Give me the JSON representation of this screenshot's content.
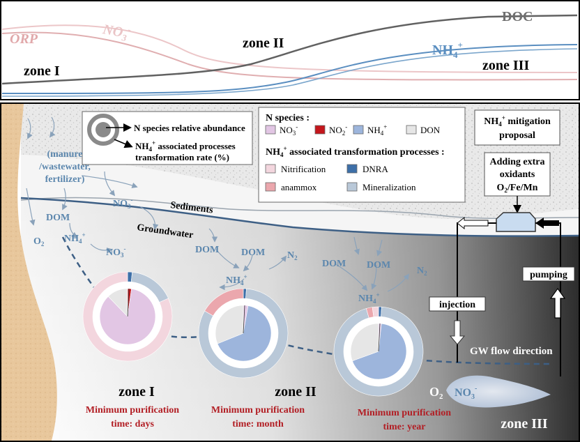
{
  "top_panel": {
    "curves": [
      {
        "name": "ORP",
        "label": "ORP",
        "color": "#d99a9c"
      },
      {
        "name": "NO3",
        "label": "NO",
        "sub": "3",
        "sup": "-",
        "color": "#e6b8ba"
      },
      {
        "name": "NH4",
        "label": "NH",
        "sub": "4",
        "sup": "+",
        "color": "#5b8db3"
      },
      {
        "name": "DOC",
        "label": "DOC",
        "color": "#6e6e6e"
      }
    ],
    "zones": {
      "zone1": "zone I",
      "zone2": "zone II",
      "zone3": "zone III"
    }
  },
  "legend": {
    "abundance_text": "N species relative abundance",
    "rate_text_a": "NH",
    "rate_text_sub": "4",
    "rate_text_sup": "+",
    "rate_text_b": " associated processes",
    "rate_text_c": "transformation rate (%)",
    "species_title": "N species :",
    "species": [
      {
        "label": "NO",
        "sub": "3",
        "sup": "-",
        "color": "#e2c6e4"
      },
      {
        "label": "NO",
        "sub": "2",
        "sup": "-",
        "color": "#c4161c"
      },
      {
        "label": "NH",
        "sub": "4",
        "sup": "+",
        "color": "#9db5dc"
      },
      {
        "label": "DON",
        "color": "#e6e6e6"
      }
    ],
    "process_title_a": "NH",
    "process_title_sub": "4",
    "process_title_sup": "+",
    "process_title_b": " associated transformation processes :",
    "processes": [
      {
        "label": "Nitrification",
        "color": "#f3d6de"
      },
      {
        "label": "DNRA",
        "color": "#3d6fa8"
      },
      {
        "label": "anammox",
        "color": "#eba7ad"
      },
      {
        "label": "Mineralization",
        "color": "#b9c8d8"
      }
    ]
  },
  "mitigation": {
    "title_a": "NH",
    "title_sub": "4",
    "title_sup": "+",
    "title_b": " mitigation",
    "title_c": "proposal",
    "box_line1": "Adding extra",
    "box_line2": "oxidants",
    "box_line3": "O",
    "box_line3_sub": "2",
    "box_line3_b": "/Fe/Mn",
    "injection": "injection",
    "pumping": "pumping"
  },
  "labels": {
    "source_line1": "(manure",
    "source_line2": "/wastewater,",
    "source_line3": "fertilizer)",
    "sediments": "Sediments",
    "groundwater": "Groundwater",
    "dom": "DOM",
    "o2": "O",
    "o2_sub": "2",
    "nh4": "NH",
    "nh4_sub": "4",
    "nh4_sup": "+",
    "no3": "NO",
    "no3_sub": "3",
    "no3_sup": "-",
    "n2": "N",
    "n2_sub": "2",
    "gw_flow": "GW flow direction"
  },
  "zones_bottom": [
    {
      "name": "zone I",
      "time_line1": "Minimum purification",
      "time_line2": "time: days"
    },
    {
      "name": "zone II",
      "time_line1": "Minimum purification",
      "time_line2": "time: month"
    },
    {
      "name": "zone III",
      "time_line1": "Minimum purification",
      "time_line2": "time: year"
    }
  ],
  "zone3_bottom_label": "zone III",
  "colors": {
    "purification_text": "#b21e24",
    "blue_text": "#5b86ad",
    "gw_line": "#3d5f85"
  }
}
